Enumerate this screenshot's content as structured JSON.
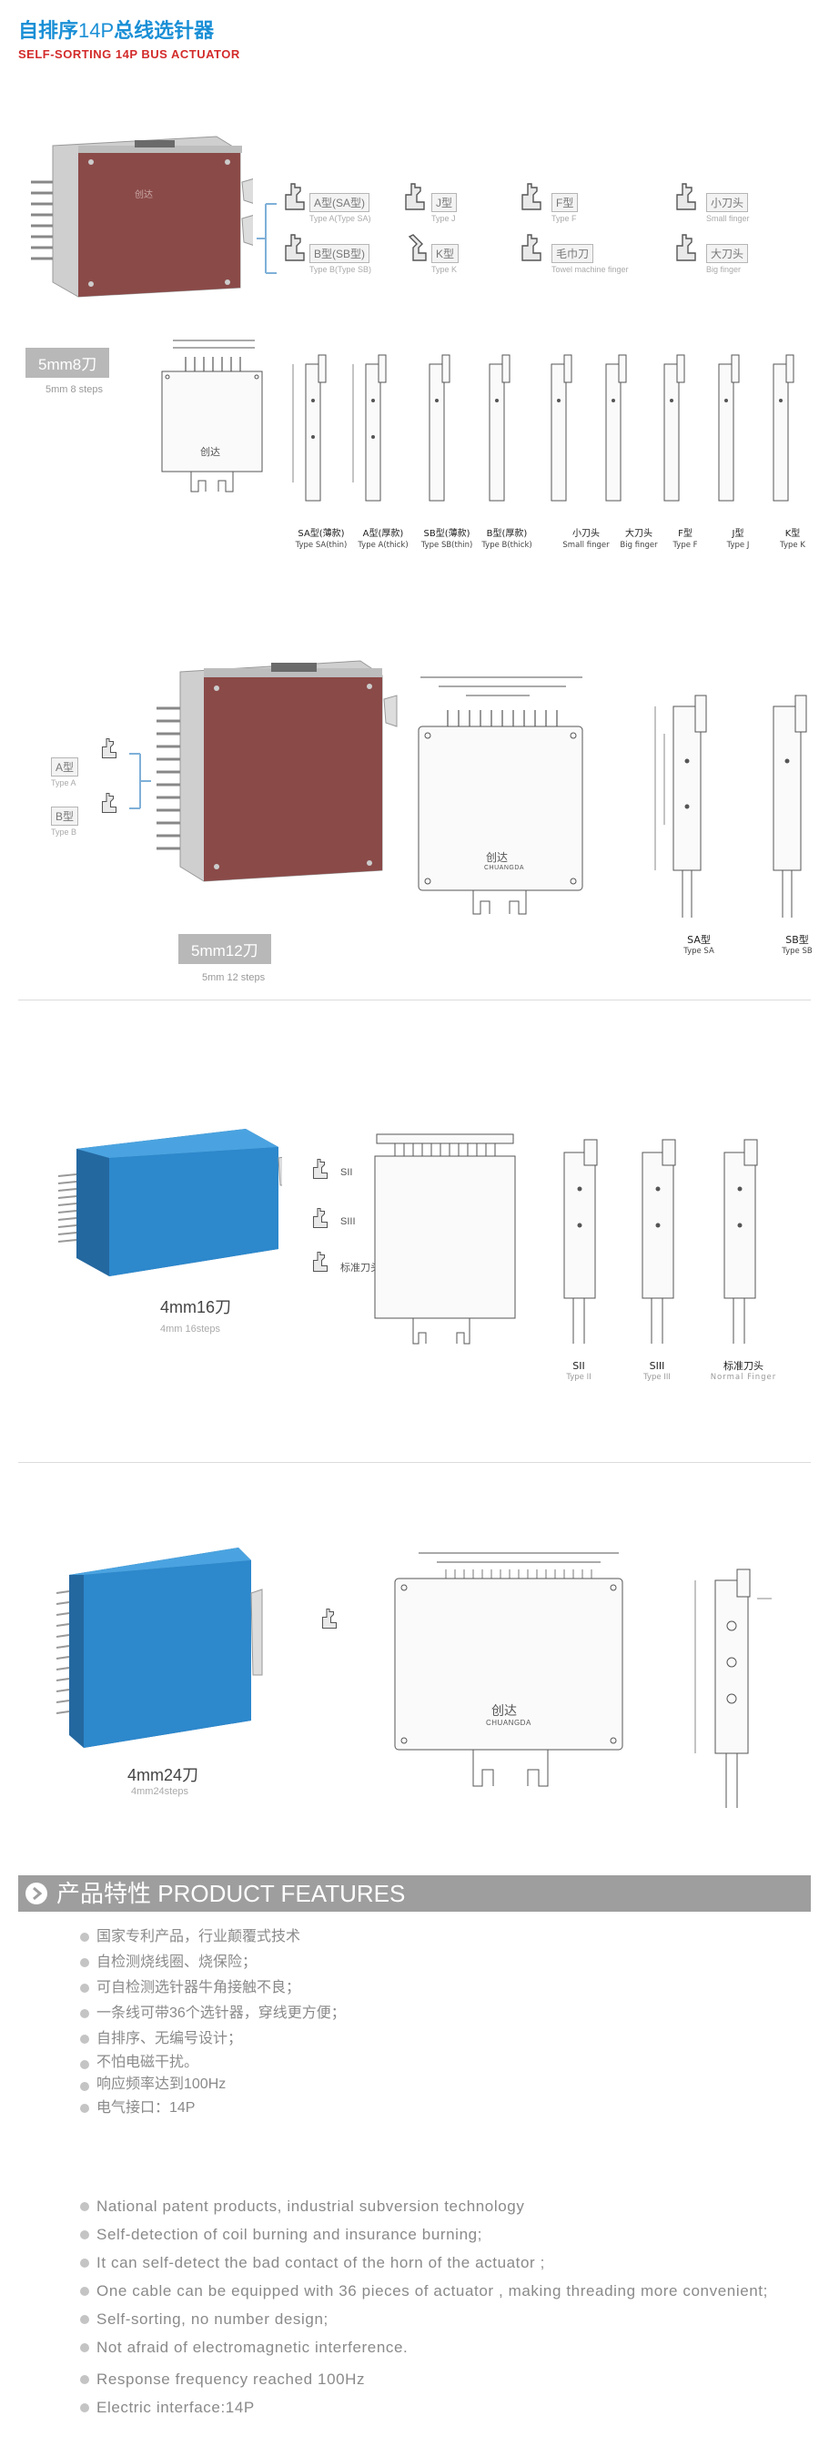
{
  "header": {
    "title_cn_a": "自排序",
    "title_cn_b": "14P",
    "title_cn_c": "总线选针器",
    "title_en": "SELF-SORTING 14P BUS ACTUATOR"
  },
  "section1": {
    "finger_types": [
      {
        "cn": "A型(SA型)",
        "en": "Type A(Type SA)"
      },
      {
        "cn": "B型(SB型)",
        "en": "Type B(Type SB)"
      },
      {
        "cn": "J型",
        "en": "Type J"
      },
      {
        "cn": "K型",
        "en": "Type K"
      },
      {
        "cn": "F型",
        "en": "Type F"
      },
      {
        "cn": "毛巾刀",
        "en": "Towel machine finger"
      },
      {
        "cn": "小刀头",
        "en": "Small finger"
      },
      {
        "cn": "大刀头",
        "en": "Big finger"
      }
    ],
    "step_label": "5mm8刀",
    "step_sub": "5mm 8 steps",
    "drawing_labels": [
      {
        "cn": "SA型(薄款)",
        "en": "Type SA(thin)"
      },
      {
        "cn": "A型(厚款)",
        "en": "Type A(thick)"
      },
      {
        "cn": "SB型(薄款)",
        "en": "Type SB(thin)"
      },
      {
        "cn": "B型(厚款)",
        "en": "Type B(thick)"
      },
      {
        "cn": "小刀头",
        "en": "Small finger"
      },
      {
        "cn": "大刀头",
        "en": "Big finger"
      },
      {
        "cn": "F型",
        "en": "Type F"
      },
      {
        "cn": "J型",
        "en": "Type J"
      },
      {
        "cn": "K型",
        "en": "Type K"
      }
    ],
    "logo_text": "创达"
  },
  "section2": {
    "types": [
      {
        "cn": "A型",
        "en": "Type A"
      },
      {
        "cn": "B型",
        "en": "Type B"
      }
    ],
    "step_label": "5mm12刀",
    "step_sub": "5mm 12 steps",
    "drawing_labels": [
      {
        "cn": "SA型",
        "en": "Type SA"
      },
      {
        "cn": "SB型",
        "en": "Type SB"
      }
    ],
    "brand": "CHUANGDA"
  },
  "section3": {
    "types": [
      "SII",
      "SIII",
      "标准刀头"
    ],
    "step_label": "4mm16刀",
    "step_sub": "4mm 16steps",
    "drawing_labels": [
      {
        "cn": "SII",
        "en": "Type II"
      },
      {
        "cn": "SIII",
        "en": "Type III"
      },
      {
        "cn": "标准刀头",
        "en": "Normal Finger"
      }
    ]
  },
  "section4": {
    "step_label": "4mm24刀",
    "step_sub": "4mm24steps",
    "brand": "CHUANGDA"
  },
  "features": {
    "bar_cn": "产品特性",
    "bar_en": "PRODUCT FEATURES",
    "cn": [
      "国家专利产品，行业颠覆式技术",
      "自检测烧线圈、烧保险；",
      "可自检测选针器牛角接触不良；",
      "一条线可带36个选针器，穿线更方便；",
      "自排序、无编号设计；",
      "不怕电磁干扰。",
      "响应频率达到100Hz",
      "电气接口：14P"
    ],
    "en": [
      "National patent products, industrial subversion technology",
      "Self-detection of coil burning and insurance burning;",
      "It can self-detect the bad contact of the horn of the actuator ;",
      "One cable can be equipped with 36 pieces of actuator , making threading more convenient;",
      "Self-sorting, no number design;",
      "Not afraid of electromagnetic interference.",
      "Response  frequency  reached  100Hz",
      "Electric  interface:14P"
    ]
  },
  "colors": {
    "title_blue": "#1a8fd6",
    "title_red": "#d32b2b",
    "actuator_maroon": "#8a4a48",
    "actuator_blue": "#2d88cc",
    "bar_gray": "#9e9e9e"
  }
}
